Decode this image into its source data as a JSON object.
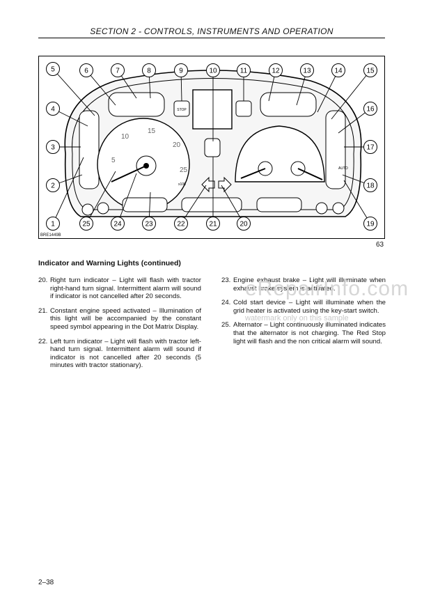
{
  "header": {
    "section_title": "SECTION 2  - CONTROLS, INSTRUMENTS AND OPERATION"
  },
  "figure": {
    "code": "BRE1449B",
    "number": "63",
    "callouts": [
      "1",
      "2",
      "3",
      "4",
      "5",
      "6",
      "7",
      "8",
      "9",
      "10",
      "11",
      "12",
      "13",
      "14",
      "15",
      "16",
      "17",
      "18",
      "19",
      "20",
      "21",
      "22",
      "23",
      "24",
      "25"
    ],
    "tacho_scale": [
      "5",
      "10",
      "15",
      "20",
      "25"
    ],
    "tacho_unit": "x100",
    "auto_label": "AUTO",
    "stop_label": "STOP"
  },
  "content": {
    "title": "Indicator and Warning Lights (continued)",
    "items_left": [
      {
        "num": "20.",
        "text": "Right turn indicator – Light will flash with tractor right-hand turn signal. Intermittent alarm will sound if indicator is not cancelled after 20 seconds."
      },
      {
        "num": "21.",
        "text": "Constant engine speed activated – Illumination of this light will be accompanied by the constant speed symbol appearing in the Dot Matrix Display."
      },
      {
        "num": "22.",
        "text": "Left turn indicator – Light will flash with tractor left-hand turn signal. Intermittent alarm will sound if indicator is not cancelled after 20 seconds (5 minutes with tractor stationary)."
      }
    ],
    "items_right": [
      {
        "num": "23.",
        "text": "Engine exhaust brake – Light will illuminate when exhaust brake system is activated."
      },
      {
        "num": "24.",
        "text": "Cold start device – Light will illuminate when the grid heater is activated using the key-start switch."
      },
      {
        "num": "25.",
        "text": "Alternator – Light continuously illuminated indicates that the alternator is not charging. The Red Stop light will flash and the non critical alarm will sound."
      }
    ]
  },
  "watermark": {
    "main": "eRepairInfo.com",
    "sub": "watermark only on this sample"
  },
  "footer": {
    "page_number": "2–38"
  }
}
